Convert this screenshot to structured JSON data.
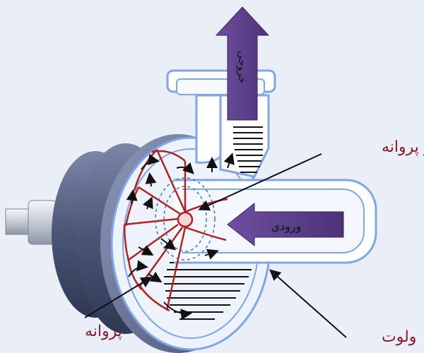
{
  "labels": {
    "outlet": "خروجی",
    "inlet": "ورودی",
    "impeller_eye": "مرکز پروانه",
    "impeller": "پروانه",
    "volute": "ولوت"
  },
  "colors": {
    "background": "#e9eef7",
    "casing_dark": "#4a5576",
    "casing_mid": "#6d789a",
    "outline_blue": "#7fa6e8",
    "impeller_red": "#b4211e",
    "arrow_purple": "#5e3f8c",
    "label_red": "#8b1b2b"
  }
}
